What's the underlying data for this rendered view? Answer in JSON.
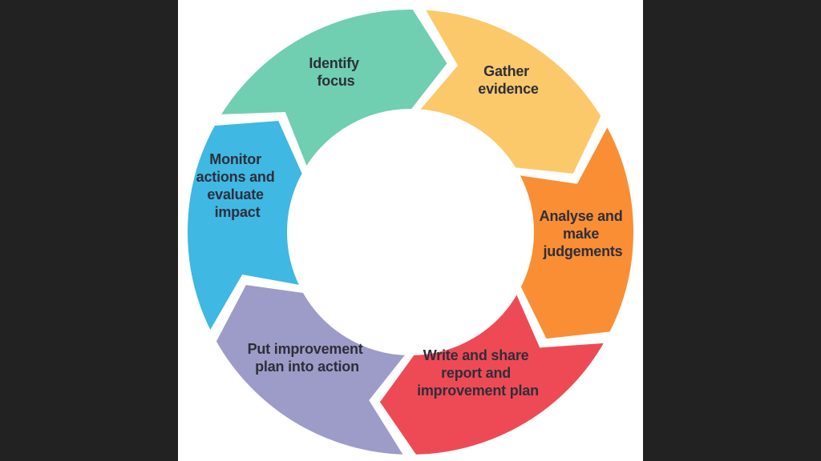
{
  "diagram": {
    "type": "cycle",
    "direction": "clockwise",
    "steps": [
      {
        "lines": [
          "Identify",
          "focus"
        ],
        "color": "#6fcfb0"
      },
      {
        "lines": [
          "Gather",
          "evidence"
        ],
        "color": "#fbc96a"
      },
      {
        "lines": [
          "Analyse and",
          "make",
          "judgements"
        ],
        "color": "#f98e34"
      },
      {
        "lines": [
          "Write and share",
          "report and",
          "improvement plan"
        ],
        "color": "#ee4a55"
      },
      {
        "lines": [
          "Put improvement",
          "plan into action"
        ],
        "color": "#9d9cc8"
      },
      {
        "lines": [
          "Monitor",
          "actions and",
          "evaluate",
          "impact"
        ],
        "color": "#3fb8e3"
      }
    ]
  }
}
